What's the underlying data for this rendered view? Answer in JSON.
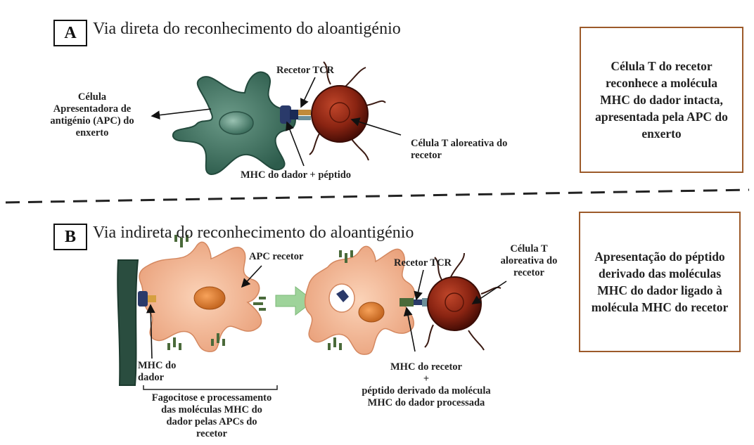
{
  "panel_a": {
    "letter": "A",
    "title": "Via direta do reconhecimento do aloantigénio",
    "labels": {
      "recetor_tcr": "Recetor TCR",
      "apc_enxerto": "Célula\nApresentadora de\nantigénio (APC) do\nenxerto",
      "celula_t": "Célula T aloreativa do\nrecetor",
      "mhc_peptido": "MHC do dador + péptido"
    },
    "box": "Célula T do recetor reconhece a molécula MHC do dador intacta, apresentada pela APC do enxerto"
  },
  "panel_b": {
    "letter": "B",
    "title": "Via indireta do reconhecimento do aloantigénio",
    "labels": {
      "apc_recetor": "APC recetor",
      "recetor_tcr": "Recetor TCR",
      "celula_t": "Célula T\naloreativa do\nrecetor",
      "mhc_dador": "MHC do\ndador",
      "fagocitose": "Fagocitose e processamento\ndas moléculas MHC do\ndador pelas APCs do\nrecetor",
      "mhc_recetor": "MHC do recetor\n+\npéptido derivado da molécula\nMHC do dador processada"
    },
    "box": "Apresentação do péptido derivado das moléculas MHC do dador ligado à molécula MHC do recetor"
  },
  "colors": {
    "apc_graft": "#3f6f5f",
    "t_cell": "#7a1f0f",
    "apc_recipient": "#f2b08c",
    "box_border": "#9c5a2a",
    "mhc": "#2a3a6a",
    "arrow_green": "#9ed39a"
  }
}
